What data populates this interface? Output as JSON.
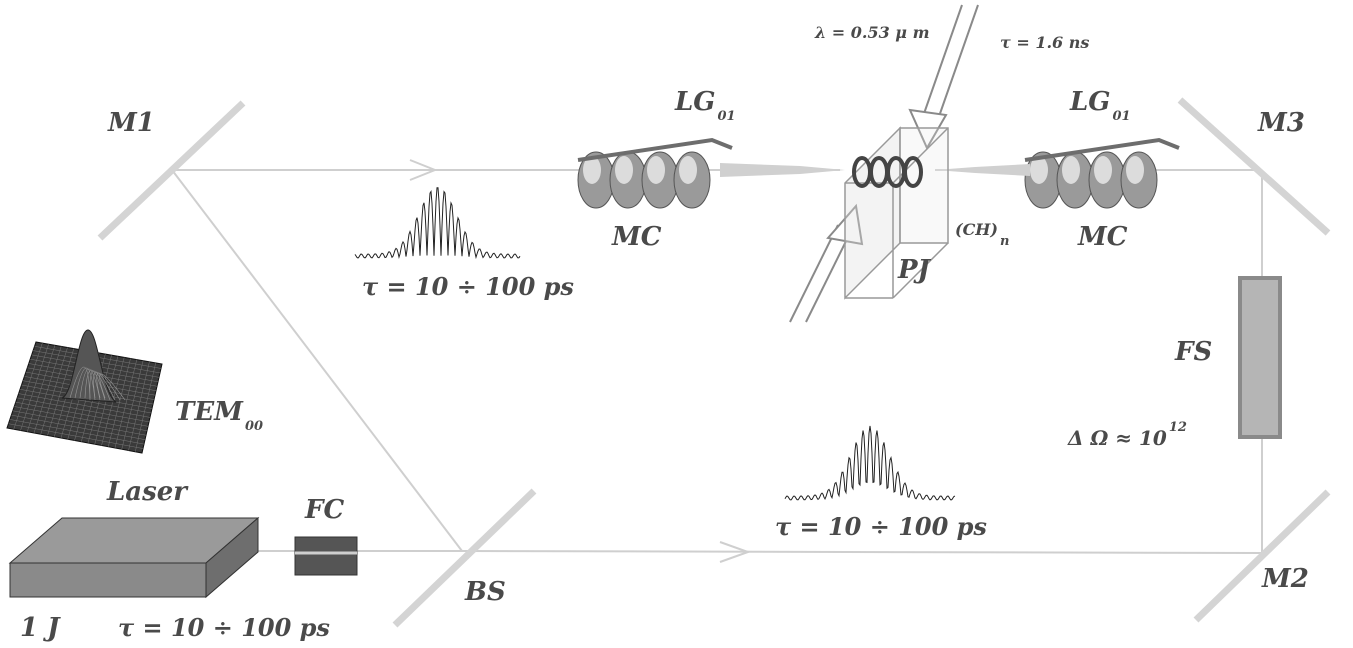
{
  "labels": {
    "m1": "M1",
    "m2": "M2",
    "m3": "M3",
    "bs": "BS",
    "fc": "FC",
    "fs": "FS",
    "pj": "PJ",
    "mc_left": "MC",
    "mc_right": "MC",
    "lg_left_main": "LG",
    "lg_left_sub": "01",
    "lg_right_main": "LG",
    "lg_right_sub": "01",
    "tem_main": "TEM",
    "tem_sub": "00",
    "laser": "Laser",
    "energy": "1 J",
    "tau_laser": "τ = 10 ÷ 100 ps",
    "tau_top": "τ = 10 ÷ 100 ps",
    "tau_bottom": "τ = 10 ÷ 100 ps",
    "lambda": "λ = 0.53 μ m",
    "tau_pump": "τ = 1.6 ns",
    "ch_main": "(CH)",
    "ch_sub": "n",
    "delta_main": "Δ Ω ≈ 10",
    "delta_sup": "12"
  },
  "colors": {
    "beam": "#cfcfcf",
    "mirror": "#d4d4d4",
    "text": "#4a4a4a",
    "filter": "#b5b5b5",
    "laser_box": "#8f8f8f",
    "fc_box": "#555555"
  }
}
